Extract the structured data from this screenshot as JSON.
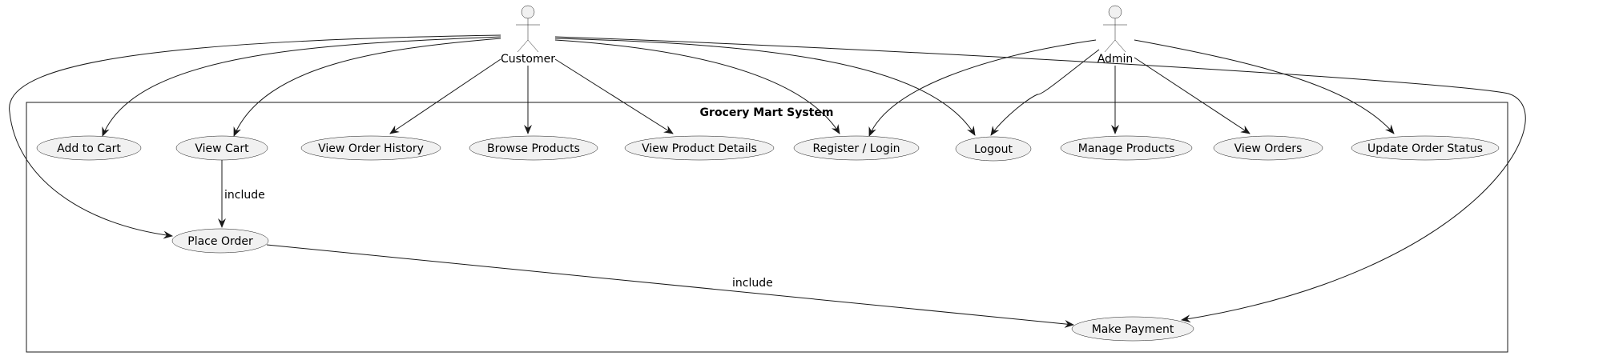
{
  "system": {
    "title": "Grocery Mart System"
  },
  "actors": {
    "customer": "Customer",
    "admin": "Admin"
  },
  "use_cases": {
    "add_to_cart": "Add to Cart",
    "view_cart": "View Cart",
    "view_order_history": "View Order History",
    "browse_products": "Browse Products",
    "view_product_details": "View Product Details",
    "register_login": "Register / Login",
    "logout": "Logout",
    "manage_products": "Manage Products",
    "view_orders": "View Orders",
    "update_order_status": "Update Order Status",
    "place_order": "Place Order",
    "make_payment": "Make Payment"
  },
  "relations": {
    "cart_includes_order": "include",
    "order_includes_payment": "include"
  },
  "colors": {
    "usecase_fill": "#f1f1f1",
    "line": "#181818",
    "background": "#ffffff"
  }
}
